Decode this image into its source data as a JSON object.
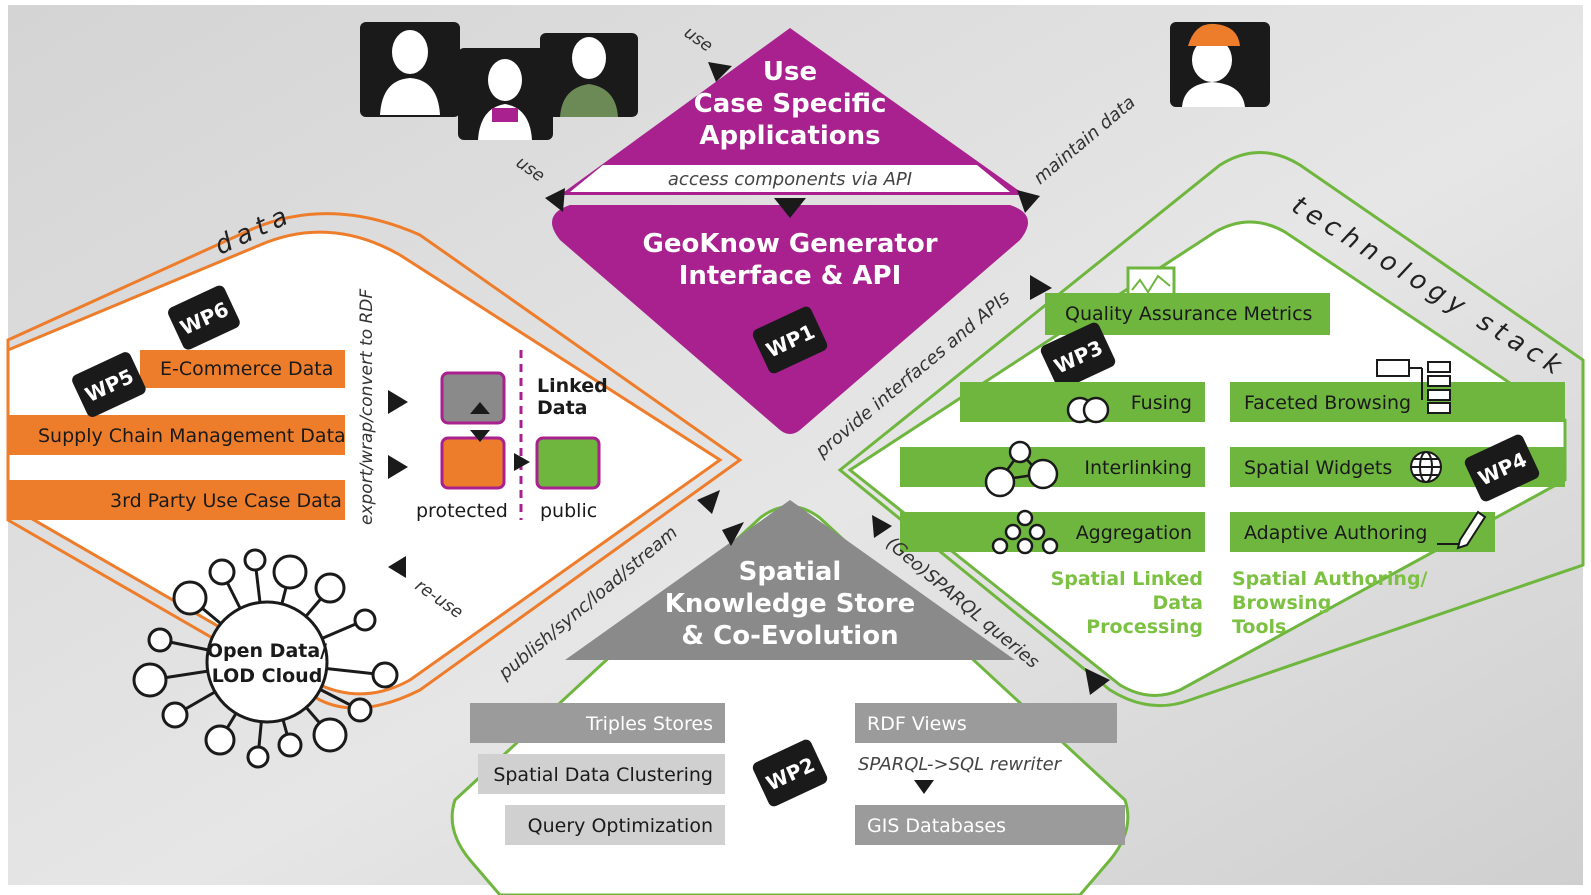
{
  "colors": {
    "background": "#dcdcdc",
    "magenta": "#a8218e",
    "orange": "#ee7d2b",
    "green": "#6fb63f",
    "green_text": "#7cc142",
    "gray_band": "#9b9b9b",
    "dark_gray": "#8a8a8a",
    "black": "#1a1a1a"
  },
  "labels": {
    "use_top": "use",
    "use_left": "use",
    "maintain_data": "maintain data",
    "provide_interfaces": "provide interfaces and APIs",
    "publish": "publish/sync/load/stream",
    "geosparql": "(Geo)SPARQL queries",
    "export": "export/wrap/convert to RDF",
    "reuse": "re-use",
    "data_title": "data",
    "tech_title": "technology stack"
  },
  "top_app": {
    "line1": "Use",
    "line2": "Case Specific",
    "line3": "Applications",
    "access": "access components via API",
    "generator1": "GeoKnow Generator",
    "generator2": "Interface & API",
    "wp": "WP1"
  },
  "data_panel": {
    "wp6": "WP6",
    "wp5": "WP5",
    "ecommerce": "E-Commerce Data",
    "supply": "Supply Chain Management Data",
    "third": "3rd Party Use Case Data",
    "linked1": "Linked",
    "linked2": "Data",
    "protected": "protected",
    "public": "public",
    "lod1": "Open Data/",
    "lod2": "LOD Cloud"
  },
  "tech_panel": {
    "qa": "Quality Assurance Metrics",
    "wp3": "WP3",
    "wp4": "WP4",
    "fusing": "Fusing",
    "interlinking": "Interlinking",
    "aggregation": "Aggregation",
    "faceted": "Faceted Browsing",
    "widgets": "Spatial Widgets",
    "authoring": "Adaptive Authoring",
    "sld1": "Spatial Linked",
    "sld2": "Data",
    "sld3": "Processing",
    "sab1": "Spatial Authoring/",
    "sab2": "Browsing",
    "sab3": "Tools"
  },
  "store_panel": {
    "title1": "Spatial",
    "title2": "Knowledge Store",
    "title3": "& Co-Evolution",
    "triples": "Triples Stores",
    "clustering": "Spatial Data Clustering",
    "query": "Query Optimization",
    "wp2": "WP2",
    "rdf": "RDF Views",
    "rewriter": "SPARQL->SQL rewriter",
    "gis": "GIS Databases"
  }
}
